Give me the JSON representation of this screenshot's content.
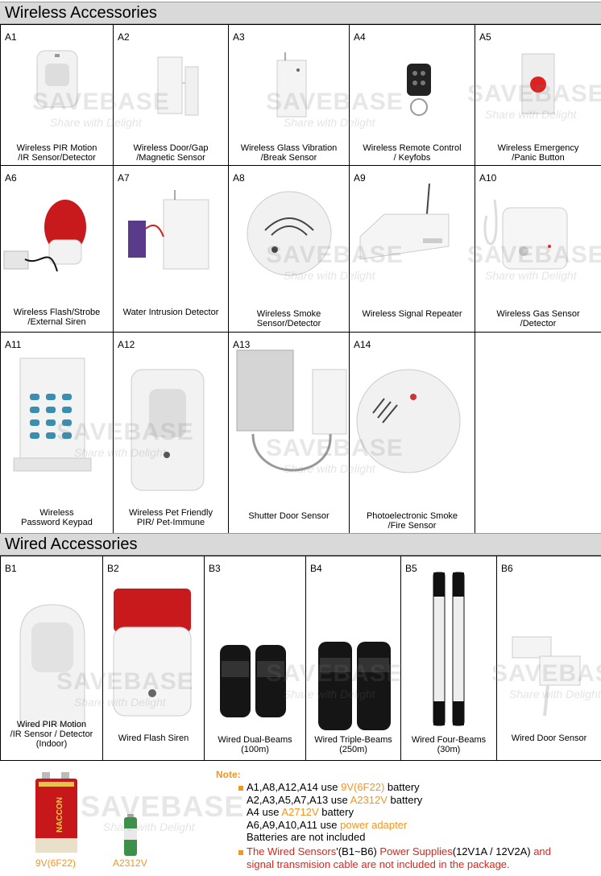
{
  "wireless": {
    "title": "Wireless Accessories",
    "items": [
      {
        "code": "A1",
        "label": "Wireless PIR Motion\n/IR Sensor/Detector"
      },
      {
        "code": "A2",
        "label": "Wireless Door/Gap\n/Magnetic Sensor"
      },
      {
        "code": "A3",
        "label": "Wireless Glass Vibration\n/Break Sensor"
      },
      {
        "code": "A4",
        "label": "Wireless Remote Control\n/ Keyfobs"
      },
      {
        "code": "A5",
        "label": "Wireless Emergency\n/Panic Button"
      },
      {
        "code": "A6",
        "label": "Wireless Flash/Strobe\n/External Siren"
      },
      {
        "code": "A7",
        "label": "Water Intrusion Detector"
      },
      {
        "code": "A8",
        "label": "Wireless Smoke\nSensor/Detector"
      },
      {
        "code": "A9",
        "label": "Wireless Signal Repeater"
      },
      {
        "code": "A10",
        "label": "Wireless Gas Sensor\n/Detector"
      },
      {
        "code": "A11",
        "label": "Wireless\nPassword Keypad"
      },
      {
        "code": "A12",
        "label": "Wireless Pet Friendly\nPIR/ Pet-Immune"
      },
      {
        "code": "A13",
        "label": "Shutter Door Sensor"
      },
      {
        "code": "A14",
        "label": "Photoelectronic Smoke\n/Fire Sensor"
      }
    ]
  },
  "wired": {
    "title": "Wired Accessories",
    "items": [
      {
        "code": "B1",
        "label": "Wired PIR Motion\n/IR Sensor / Detector\n(Indoor)"
      },
      {
        "code": "B2",
        "label": "Wired Flash Siren"
      },
      {
        "code": "B3",
        "label": "Wired Dual-Beams\n(100m)"
      },
      {
        "code": "B4",
        "label": "Wired Triple-Beams\n(250m)"
      },
      {
        "code": "B5",
        "label": "Wired Four-Beams\n(30m)"
      },
      {
        "code": "B6",
        "label": "Wired Door Sensor"
      }
    ]
  },
  "watermark": {
    "brand": "SAVEBASE",
    "tagline": "Share with Delight"
  },
  "batteries": {
    "left_label": "9V(6F22)",
    "right_label": "A2312V",
    "battery_brand": "NACCON"
  },
  "note": {
    "title": "Note:",
    "line1": {
      "pre": "A1,A8,A12,A14 use ",
      "hl": "9V(6F22)",
      "post": " battery"
    },
    "line2": {
      "pre": "A2,A3,A5,A7,A13 use ",
      "hl": "A2312V",
      "post": " battery"
    },
    "line3": {
      "pre": "A4 use ",
      "hl": "A2712V",
      "post": " battery"
    },
    "line4": {
      "pre": "A6,A9,A10,A11 use ",
      "hl": "power adapter",
      "post": ""
    },
    "line5": "Batteries are not included",
    "line6": {
      "a": "The Wired Sensors",
      "b": "'(B1~B6) ",
      "c": "Power Supplies",
      "d": "(12V1A / 12V2A) ",
      "e": "and"
    },
    "line7": "signal transmision cable are not included in the package."
  },
  "colors": {
    "header_bg": "#d9d9d9",
    "orange": "#f7941d",
    "red": "#e2231a"
  }
}
